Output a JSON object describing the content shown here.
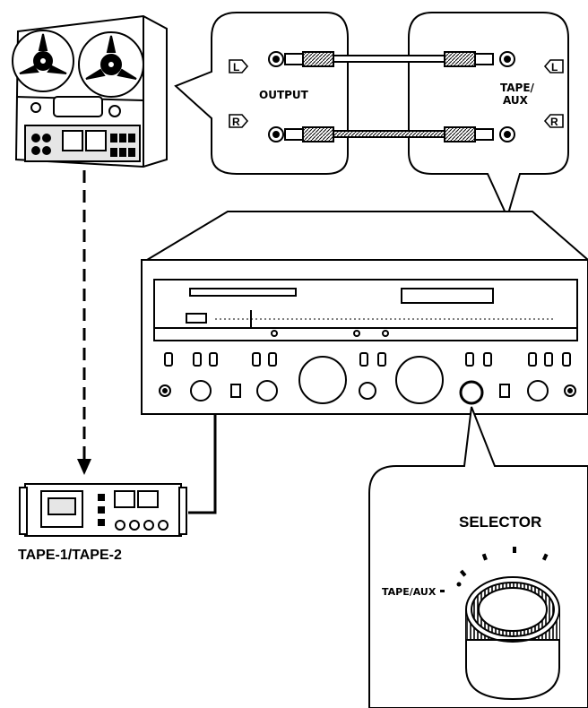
{
  "labels": {
    "output": "OUTPUT",
    "tape_aux_line1": "TAPE/",
    "tape_aux_line2": "AUX",
    "left_channel": "L",
    "right_channel": "R",
    "tape_deck_caption": "TAPE-1/TAPE-2",
    "selector_title": "SELECTOR",
    "selector_position": "TAPE/AUX"
  },
  "colors": {
    "ink": "#000000",
    "paper": "#ffffff",
    "panel": "#e6e6e6"
  }
}
